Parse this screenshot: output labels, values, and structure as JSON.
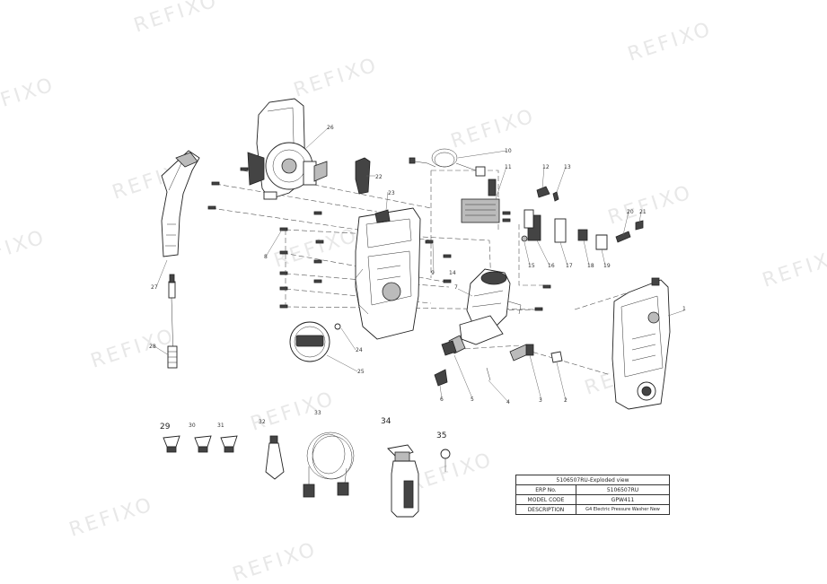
{
  "watermark": "REFIXO",
  "callouts": [
    "1",
    "2",
    "3",
    "4",
    "5",
    "6",
    "7",
    "8",
    "9",
    "10",
    "11",
    "12",
    "13",
    "14",
    "15",
    "16",
    "17",
    "18",
    "19",
    "20",
    "21",
    "22",
    "23",
    "24",
    "25",
    "26",
    "27",
    "28",
    "29",
    "30",
    "31",
    "32",
    "33",
    "34",
    "35"
  ],
  "title_block": {
    "header": "5106507RU-Exploded view",
    "rows": [
      {
        "label": "ERP No.",
        "value": "5106507RU"
      },
      {
        "label": "MODEL CODE",
        "value": "GPW411"
      },
      {
        "label": "DESCRIPTION",
        "value": "G4 Electric Pressure Washer New"
      }
    ]
  }
}
